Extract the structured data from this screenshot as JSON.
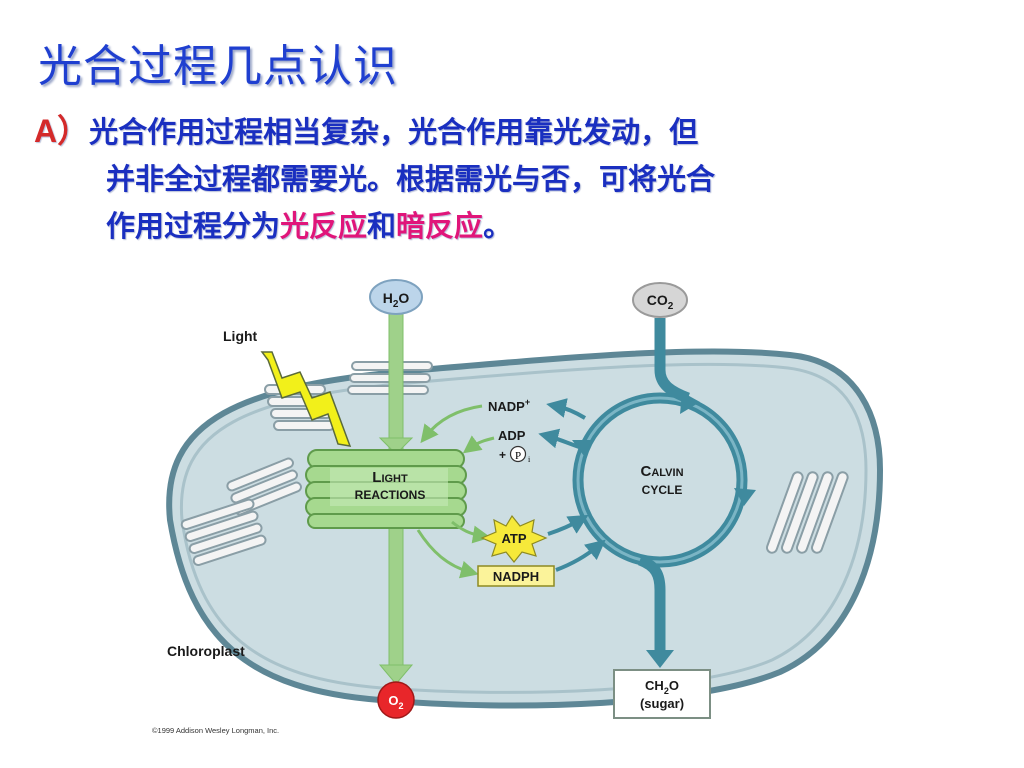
{
  "title": "光合过程几点认识",
  "bullet": {
    "marker": "A）",
    "line1": "光合作用过程相当复杂，光合作用靠光发动，但",
    "line2": "并非全过程都需要光。根据需光与否，可将光合",
    "line3_prefix": "作用过程分为",
    "line3_term1": "光反应",
    "line3_mid": "和",
    "line3_term2": "暗反应",
    "line3_end": "。"
  },
  "diagram": {
    "h2o": "H",
    "h2o_sub": "2",
    "h2o_tail": "O",
    "co2": "CO",
    "co2_sub": "2",
    "light": "Light",
    "nadp_plus": "NADP",
    "nadp_sup": "+",
    "adp": "ADP",
    "pi_plus": "+",
    "pi_symbol": "P",
    "pi_sub": "i",
    "light_reactions_l": "L",
    "light_reactions_rest": "IGHT",
    "light_reactions_line2": "REACTIONS",
    "calvin_c": "C",
    "calvin_rest": "ALVIN",
    "calvin_line2": "CYCLE",
    "atp": "ATP",
    "nadph": "NADPH",
    "chloroplast": "Chloroplast",
    "o2": "O",
    "o2_sub": "2",
    "sugar_line1": "CH",
    "sugar_sub": "2",
    "sugar_tail": "O",
    "sugar_line2": "(sugar)",
    "copyright": "©1999 Addison Wesley Longman, Inc.",
    "colors": {
      "membrane_fill": "#ccdde2",
      "membrane_stroke": "#5e8796",
      "green_arrow": "#9fd18a",
      "blue_arrow": "#3f8a9e",
      "lightning": "#f2f01a",
      "atp_star": "#f6e93a",
      "nadph_box": "#fbf39a",
      "o2_red": "#e8262a",
      "h2o_blue": "#bcd5ea"
    }
  }
}
